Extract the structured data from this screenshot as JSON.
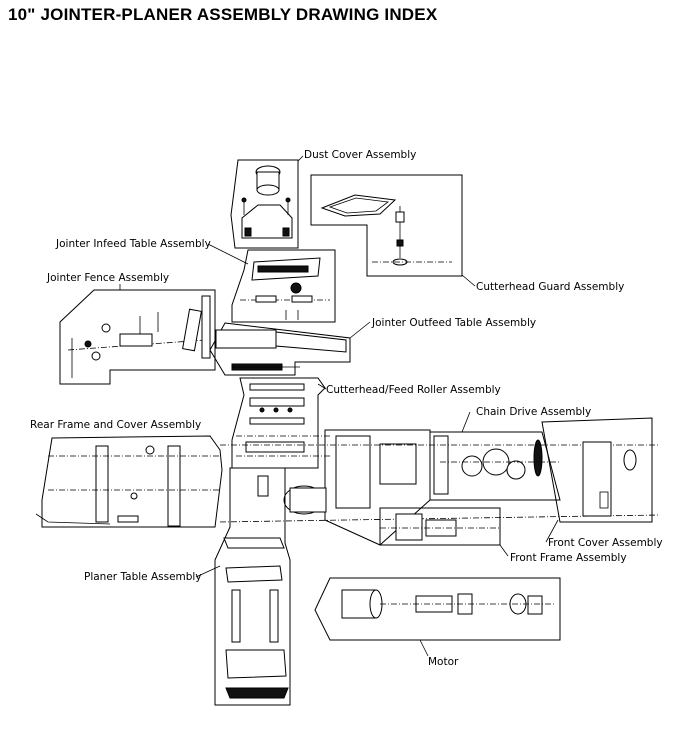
{
  "title": "10\" JOINTER-PLANER ASSEMBLY DRAWING INDEX",
  "labels": {
    "dust_cover": "Dust Cover Assembly",
    "cutterhead_guard": "Cutterhead Guard Assembly",
    "jointer_infeed": "Jointer Infeed Table Assembly",
    "jointer_fence": "Jointer Fence Assembly",
    "jointer_outfeed": "Jointer Outfeed Table Assembly",
    "cutterhead_feed": "Cutterhead/Feed Roller Assembly",
    "chain_drive": "Chain Drive Assembly",
    "rear_frame": "Rear Frame and Cover Assembly",
    "front_cover": "Front Cover Assembly",
    "front_frame": "Front Frame Assembly",
    "planer_table": "Planer Table Assembly",
    "motor": "Motor"
  }
}
